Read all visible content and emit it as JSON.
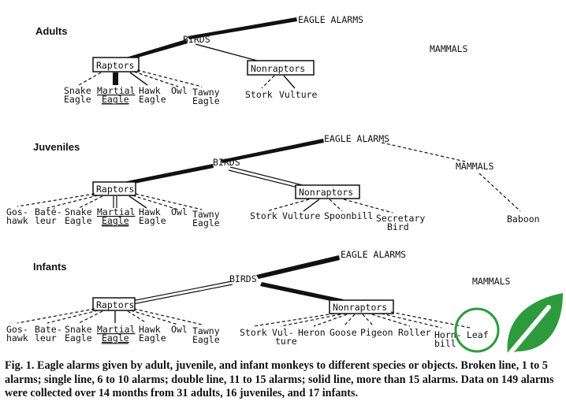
{
  "sections": {
    "adults": {
      "label": "Adults",
      "root": "EAGLE ALARMS",
      "birds": "BIRDS",
      "mammals": "MAMMALS",
      "raptors": "Raptors",
      "nonraptors": "Nonraptors",
      "raptor_leaves": [
        [
          "Snake",
          "Eagle"
        ],
        [
          "Martial",
          "Eagle"
        ],
        [
          "Hawk",
          "Eagle"
        ],
        [
          "Owl"
        ],
        [
          "Tawny",
          "Eagle"
        ]
      ],
      "nonraptor_leaves": [
        [
          "Stork"
        ],
        [
          "Vulture"
        ]
      ]
    },
    "juveniles": {
      "label": "Juveniles",
      "root": "EAGLE ALARMS",
      "birds": "BIRDS",
      "mammals": "MAMMALS",
      "raptors": "Raptors",
      "nonraptors": "Nonraptors",
      "raptor_leaves": [
        [
          "Gos-",
          "hawk"
        ],
        [
          "Baté-",
          "leur"
        ],
        [
          "Snake",
          "Eagle"
        ],
        [
          "Martial",
          "Eagle"
        ],
        [
          "Hawk",
          "Eagle"
        ],
        [
          "Owl"
        ],
        [
          "Tawny",
          "Eagle"
        ]
      ],
      "nonraptor_leaves": [
        [
          "Stork"
        ],
        [
          "Vulture"
        ],
        [
          "Spoonbill"
        ],
        [
          "Secretary",
          "Bird"
        ]
      ],
      "mammal_leaves": [
        [
          "Baboon"
        ]
      ]
    },
    "infants": {
      "label": "Infants",
      "root": "EAGLE ALARMS",
      "birds": "BIRDS",
      "mammals": "MAMMALS",
      "raptors": "Raptors",
      "nonraptors": "Nonraptors",
      "raptor_leaves": [
        [
          "Gos-",
          "hawk"
        ],
        [
          "Bate-",
          "leur"
        ],
        [
          "Snake",
          "Eagle"
        ],
        [
          "Martial",
          "Eagle"
        ],
        [
          "Hawk",
          "Eagle"
        ],
        [
          "Owl"
        ],
        [
          "Tawny",
          "Eagle"
        ]
      ],
      "nonraptor_leaves": [
        [
          "Stork"
        ],
        [
          "Vul-",
          "ture"
        ],
        [
          "Heron"
        ],
        [
          "Goose"
        ],
        [
          "Pigeon"
        ],
        [
          "Roller"
        ],
        [
          "Horn-",
          "bill"
        ],
        [
          "Leaf"
        ]
      ]
    }
  },
  "caption": "Fig. 1. Eagle alarms given by adult, juvenile, and infant monkeys to different species or objects. Broken line, 1 to 5 alarms; single line, 6 to 10 alarms; double line, 11 to 15 alarms; solid line, more than 15 alarms. Data on 149 alarms were collected over 14 months from 31 adults, 16 juveniles, and 17 infants.",
  "colors": {
    "leaf_badge": "#2e9a3e",
    "ink": "#111111"
  },
  "icons": {
    "badge": "leaf-icon"
  }
}
